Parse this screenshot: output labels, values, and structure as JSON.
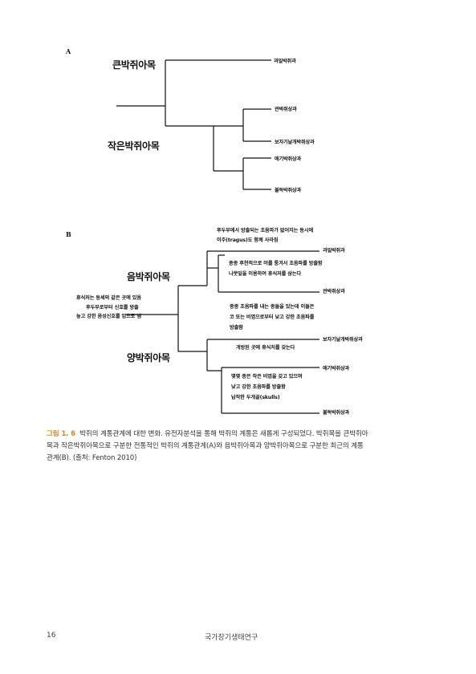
{
  "panel_a": {
    "letter": "A",
    "order_large": "큰박쥐아목",
    "order_small": "작은박쥐아목",
    "families": [
      "과일박쥐과",
      "관박쥐상과",
      "보자기날개박쥐상과",
      "애기박쥐상과",
      "불독박쥐상과"
    ]
  },
  "panel_b": {
    "letter": "B",
    "order_yin": "음박쥐아목",
    "order_yang": "양박쥐아목",
    "notes": {
      "tragus": [
        "후두부에서 방출되는 초음파가 없어지는 동시에",
        "이주(tragus)도 함께 사라짐"
      ],
      "fruitbat_family": "과일박쥐과",
      "nasal_leaf": [
        "종종 후천적으로 머를 퉁겨서 초음파를 방출함",
        "나뭇잎을 이용하여 휴식처를 삼는다"
      ],
      "horseshoe_family": "관박쥐상과",
      "roost": [
        "휴식처는 동세의 같은 곳에 있음",
        "후두부로부터 신호를 방출",
        "높고 강한 음성신호를 입으로 냄"
      ],
      "noseleaf_signal": [
        "종종 초음파를 내는 종들을 있는데 이들은",
        "코 또는 비엽으로부터 낮고 강한 초음파를",
        "방출함"
      ],
      "sheath_family": "보자기날개박쥐상과",
      "open_roost": "개방된 곳에 휴식처를 갖는다",
      "vesper_family": "애기박쥐상과",
      "mouth_signal": [
        "몇몇 종은 작은 비엽을 갖고 있으며",
        "낮고 강한 초음파를 방출함",
        "납작한 두개골(skulls)"
      ],
      "bulldog_family": "불독박쥐상과"
    }
  },
  "caption": {
    "label": "그림 1. 6",
    "lines": [
      "박쥐의 계통관계에 대한 변화. 유전자분석을 통해 박쥐의 계통은 새롭게 구성되었다. 박쥐목을 큰박쥐아",
      "목과 작은박쥐아목으로 구분한 전통적인 박쥐의 계통관계(A)와 음박쥐아목과 양박쥐아목으로 구분한 최근의 계통",
      "관계(B). (출처: Fenton 2010)"
    ]
  },
  "footer": {
    "page_number": "16",
    "book_title": "국가장기생태연구"
  },
  "colors": {
    "figure_label": "#c8872a",
    "text": "#111111"
  }
}
